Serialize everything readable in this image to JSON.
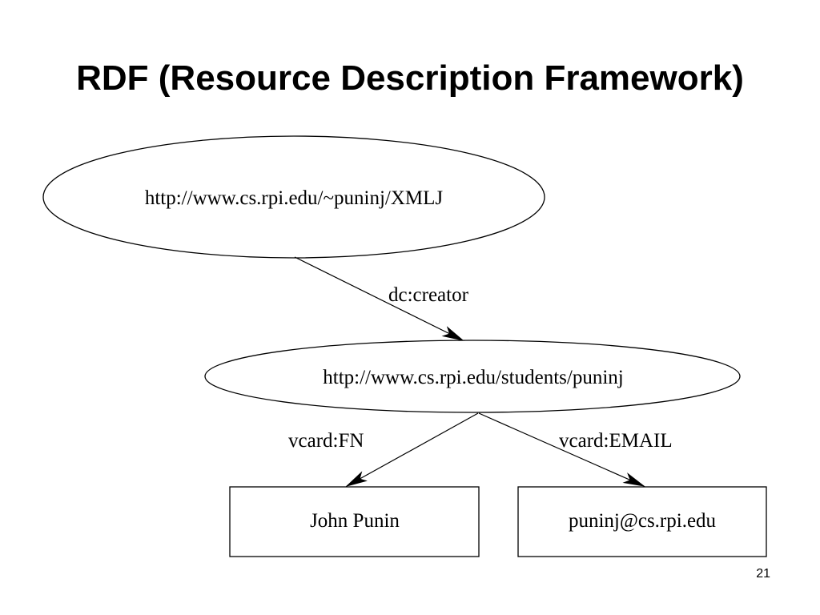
{
  "slide": {
    "title": "RDF (Resource Description Framework)",
    "page_number": "21"
  },
  "diagram": {
    "nodes": {
      "resource": {
        "shape": "ellipse",
        "label": "http://www.cs.rpi.edu/~puninj/XMLJ"
      },
      "creator": {
        "shape": "ellipse",
        "label": "http://www.cs.rpi.edu/students/puninj"
      },
      "name": {
        "shape": "rectangle",
        "label": "John Punin"
      },
      "email": {
        "shape": "rectangle",
        "label": "puninj@cs.rpi.edu"
      }
    },
    "edges": {
      "dc_creator": {
        "from": "resource",
        "to": "creator",
        "label": "dc:creator"
      },
      "vcard_fn": {
        "from": "creator",
        "to": "name",
        "label": "vcard:FN"
      },
      "vcard_email": {
        "from": "creator",
        "to": "email",
        "label": "vcard:EMAIL"
      }
    },
    "colors": {
      "stroke": "#000000",
      "background": "#ffffff"
    }
  }
}
